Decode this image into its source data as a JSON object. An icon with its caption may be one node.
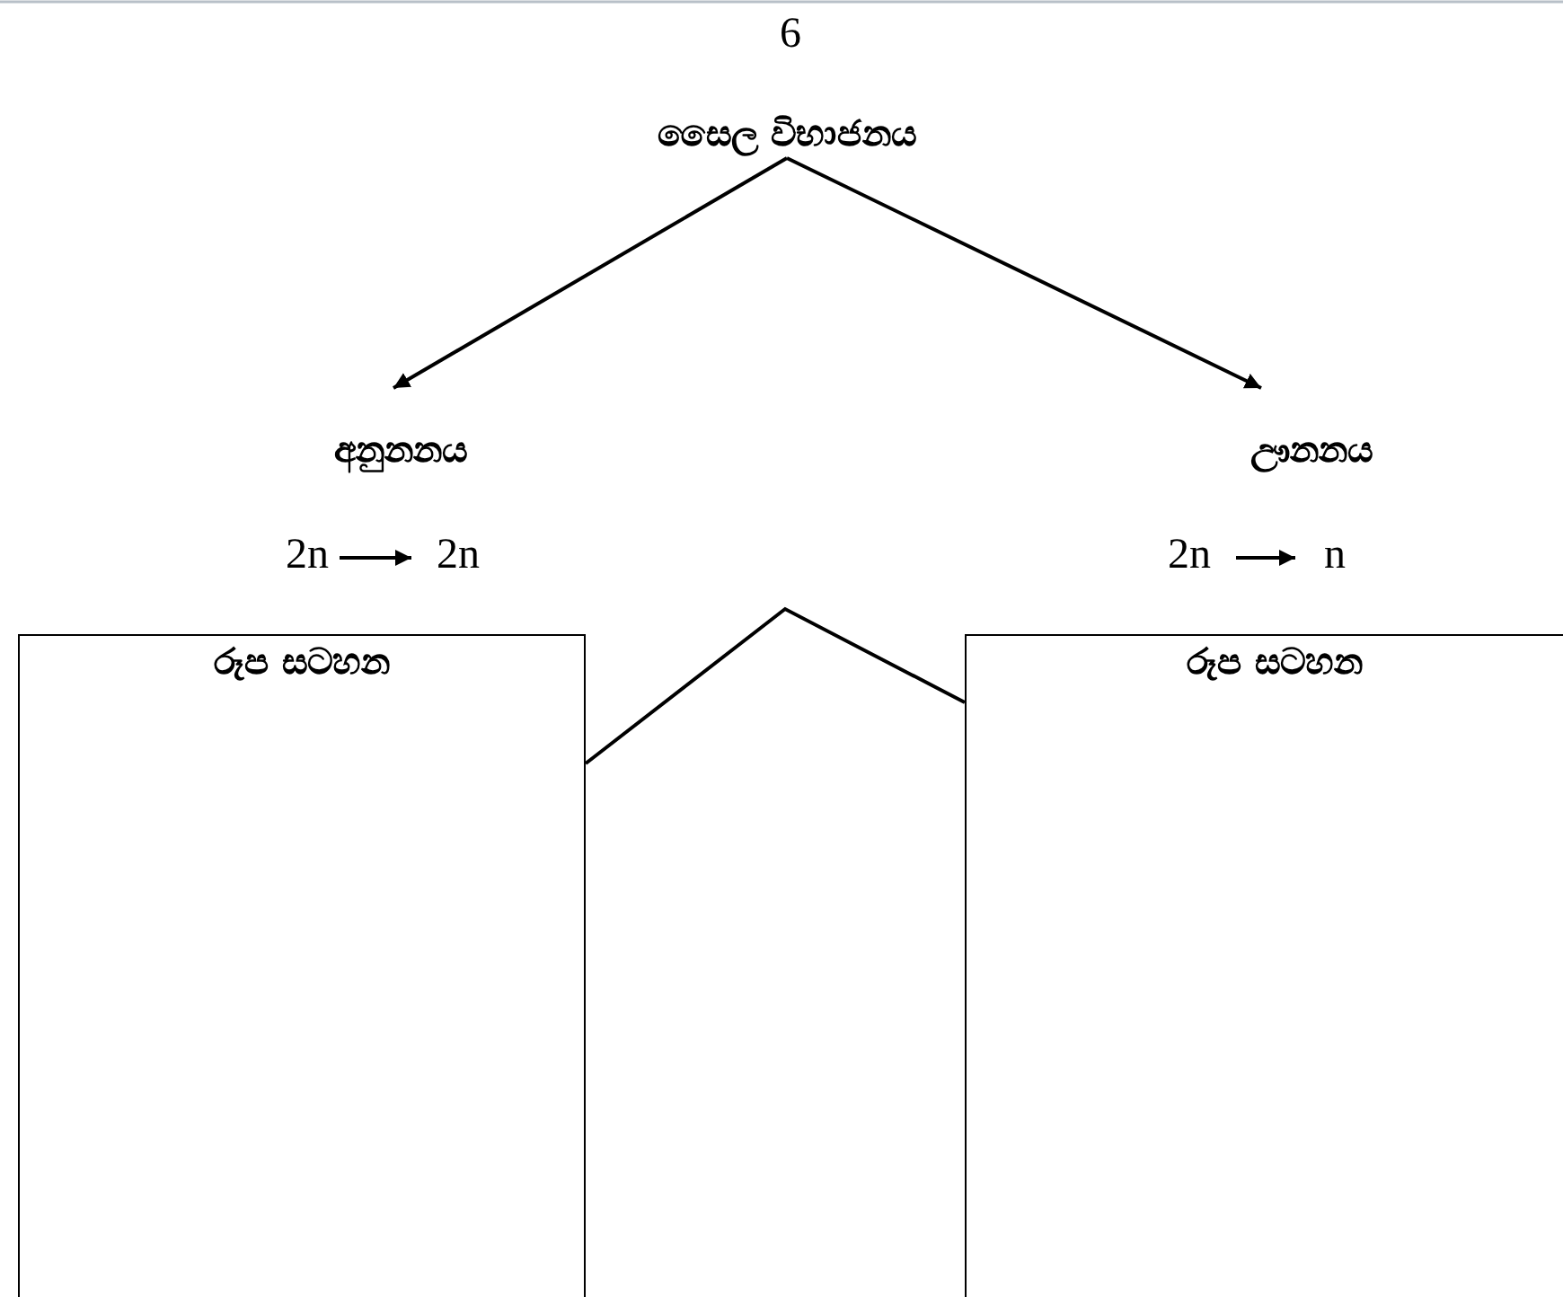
{
  "diagram": {
    "nodes": [
      {
        "text": [
          "සෛල විභාජනය"
        ]
      },
      {
        "text": [
          "අනුනනය"
        ]
      },
      {
        "text": [
          "ඌනනය"
        ]
      },
      {
        "text": [
          "2n"
        ]
      },
      {
        "text": [
          "2n"
        ]
      },
      {
        "text": [
          "2n"
        ]
      },
      {
        "text": [
          "n"
        ]
      },
      {
        "text": [
          "රූප සටහන"
        ]
      },
      {
        "text": [
          "රූප සටහන"
        ]
      }
    ],
    "edges": [
      {
        "from": 0,
        "to": 1,
        "arrow": "to"
      },
      {
        "from": 0,
        "to": 2,
        "arrow": "to"
      },
      {
        "from": 3,
        "to": 4,
        "arrow": "to"
      },
      {
        "from": 5,
        "to": 6,
        "arrow": "to"
      },
      {
        "from": 7,
        "to": 8,
        "arrow": "none"
      }
    ],
    "labels": [
      "6"
    ]
  }
}
